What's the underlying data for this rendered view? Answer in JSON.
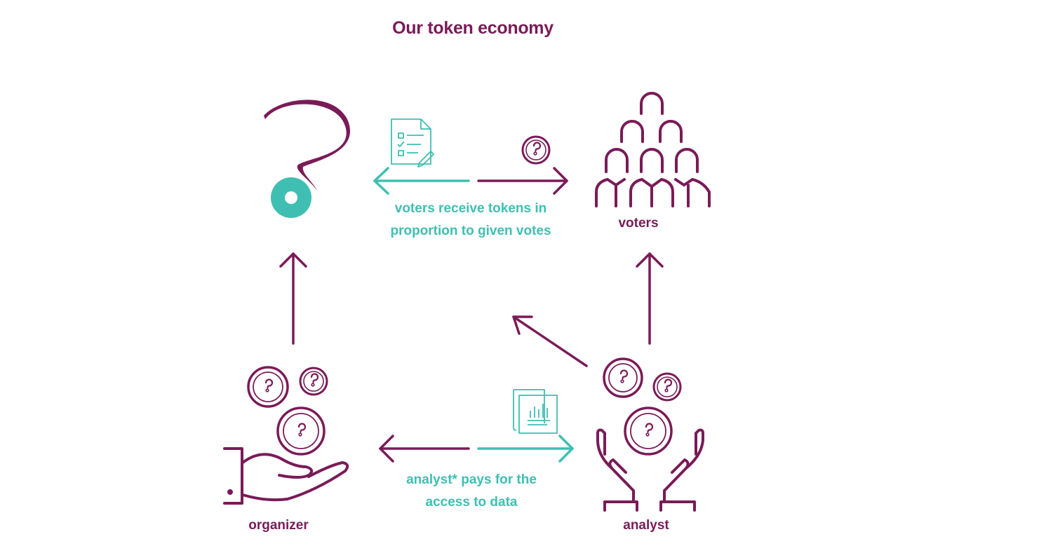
{
  "title": "Our token economy",
  "edges": {
    "top_caption": "voters receive tokens in proportion to given votes",
    "bottom_caption": "analyst* pays for the access to data"
  },
  "nodes": {
    "voters": "voters",
    "organizer": "organizer",
    "analyst": "analyst"
  },
  "colors": {
    "plum": "#7a1b57",
    "teal": "#3fbfb2"
  }
}
